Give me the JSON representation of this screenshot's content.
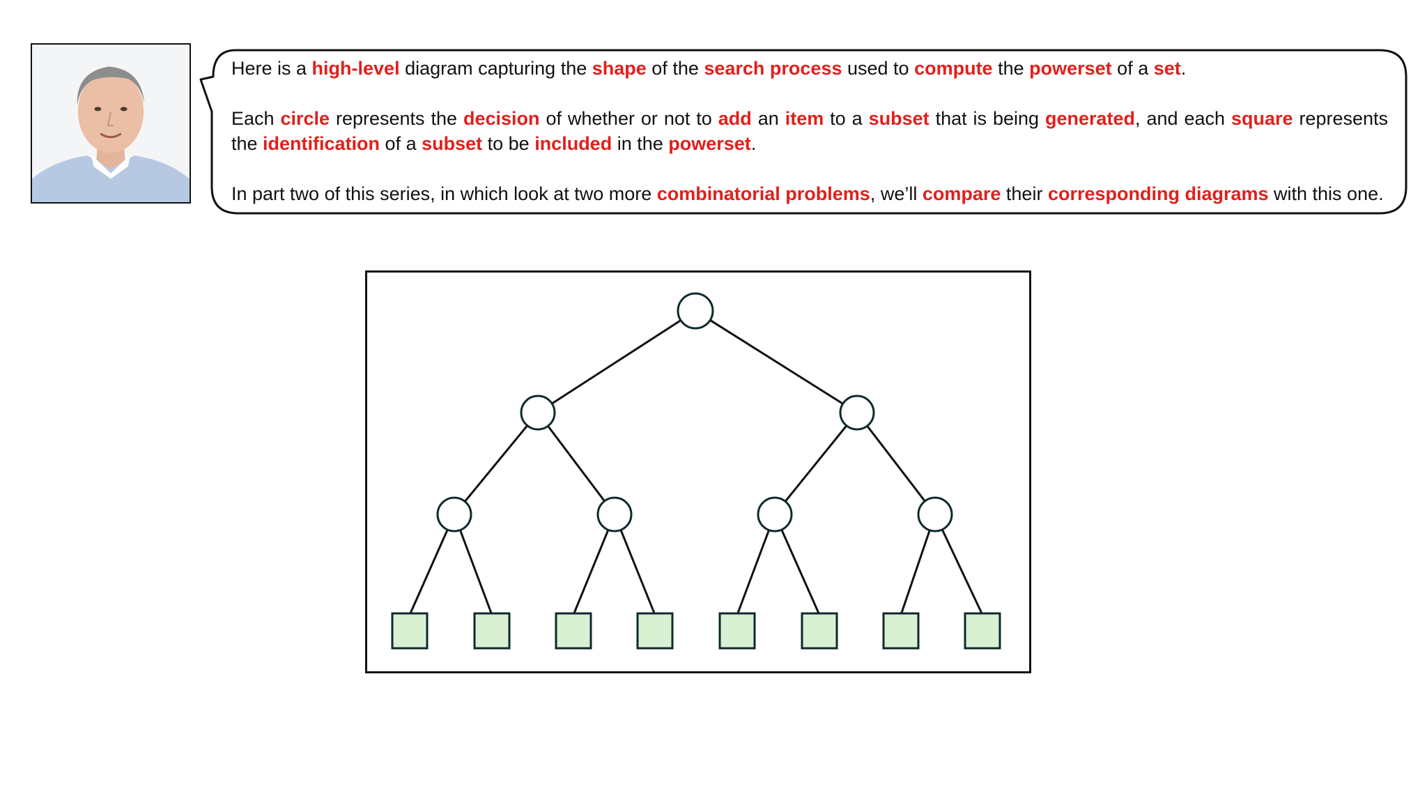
{
  "speech_bubble": {
    "paragraphs": [
      [
        {
          "t": "Here is a ",
          "h": false
        },
        {
          "t": "high-level",
          "h": true
        },
        {
          "t": " diagram capturing the ",
          "h": false
        },
        {
          "t": "shape",
          "h": true
        },
        {
          "t": " of the ",
          "h": false
        },
        {
          "t": "search process",
          "h": true
        },
        {
          "t": " used to ",
          "h": false
        },
        {
          "t": "compute",
          "h": true
        },
        {
          "t": " the ",
          "h": false
        },
        {
          "t": "powerset",
          "h": true
        },
        {
          "t": " of a ",
          "h": false
        },
        {
          "t": "set",
          "h": true
        },
        {
          "t": ".",
          "h": false
        }
      ],
      [
        {
          "t": "Each ",
          "h": false
        },
        {
          "t": "circle",
          "h": true
        },
        {
          "t": " represents the ",
          "h": false
        },
        {
          "t": "decision",
          "h": true
        },
        {
          "t": " of whether or not to ",
          "h": false
        },
        {
          "t": "add",
          "h": true
        },
        {
          "t": " an ",
          "h": false
        },
        {
          "t": "item",
          "h": true
        },
        {
          "t": " to a ",
          "h": false
        },
        {
          "t": "subset",
          "h": true
        },
        {
          "t": " that is being ",
          "h": false
        },
        {
          "t": "generated",
          "h": true
        },
        {
          "t": ", and each ",
          "h": false
        },
        {
          "t": "square",
          "h": true
        },
        {
          "t": " represents the ",
          "h": false
        },
        {
          "t": "identification",
          "h": true
        },
        {
          "t": " of a ",
          "h": false
        },
        {
          "t": "subset",
          "h": true
        },
        {
          "t": " to be ",
          "h": false
        },
        {
          "t": "included",
          "h": true
        },
        {
          "t": " in the ",
          "h": false
        },
        {
          "t": "powerset",
          "h": true
        },
        {
          "t": ".",
          "h": false
        }
      ],
      [
        {
          "t": "In part two of this series, in which look at two more ",
          "h": false
        },
        {
          "t": "combinatorial problems",
          "h": true
        },
        {
          "t": ", we’ll ",
          "h": false
        },
        {
          "t": "compare",
          "h": true
        },
        {
          "t": " their ",
          "h": false
        },
        {
          "t": "corresponding diagrams",
          "h": true
        },
        {
          "t": " with this one.",
          "h": false
        }
      ]
    ]
  },
  "colors": {
    "highlight": "#e0201c",
    "circle_fill": "#ffffff",
    "leaf_fill": "#daf0d3",
    "stroke": "#0e2a2e"
  },
  "tree": {
    "levels": [
      "circle",
      "circle",
      "circle",
      "square"
    ],
    "branching": 2,
    "circle_count": 7,
    "square_count": 8
  }
}
